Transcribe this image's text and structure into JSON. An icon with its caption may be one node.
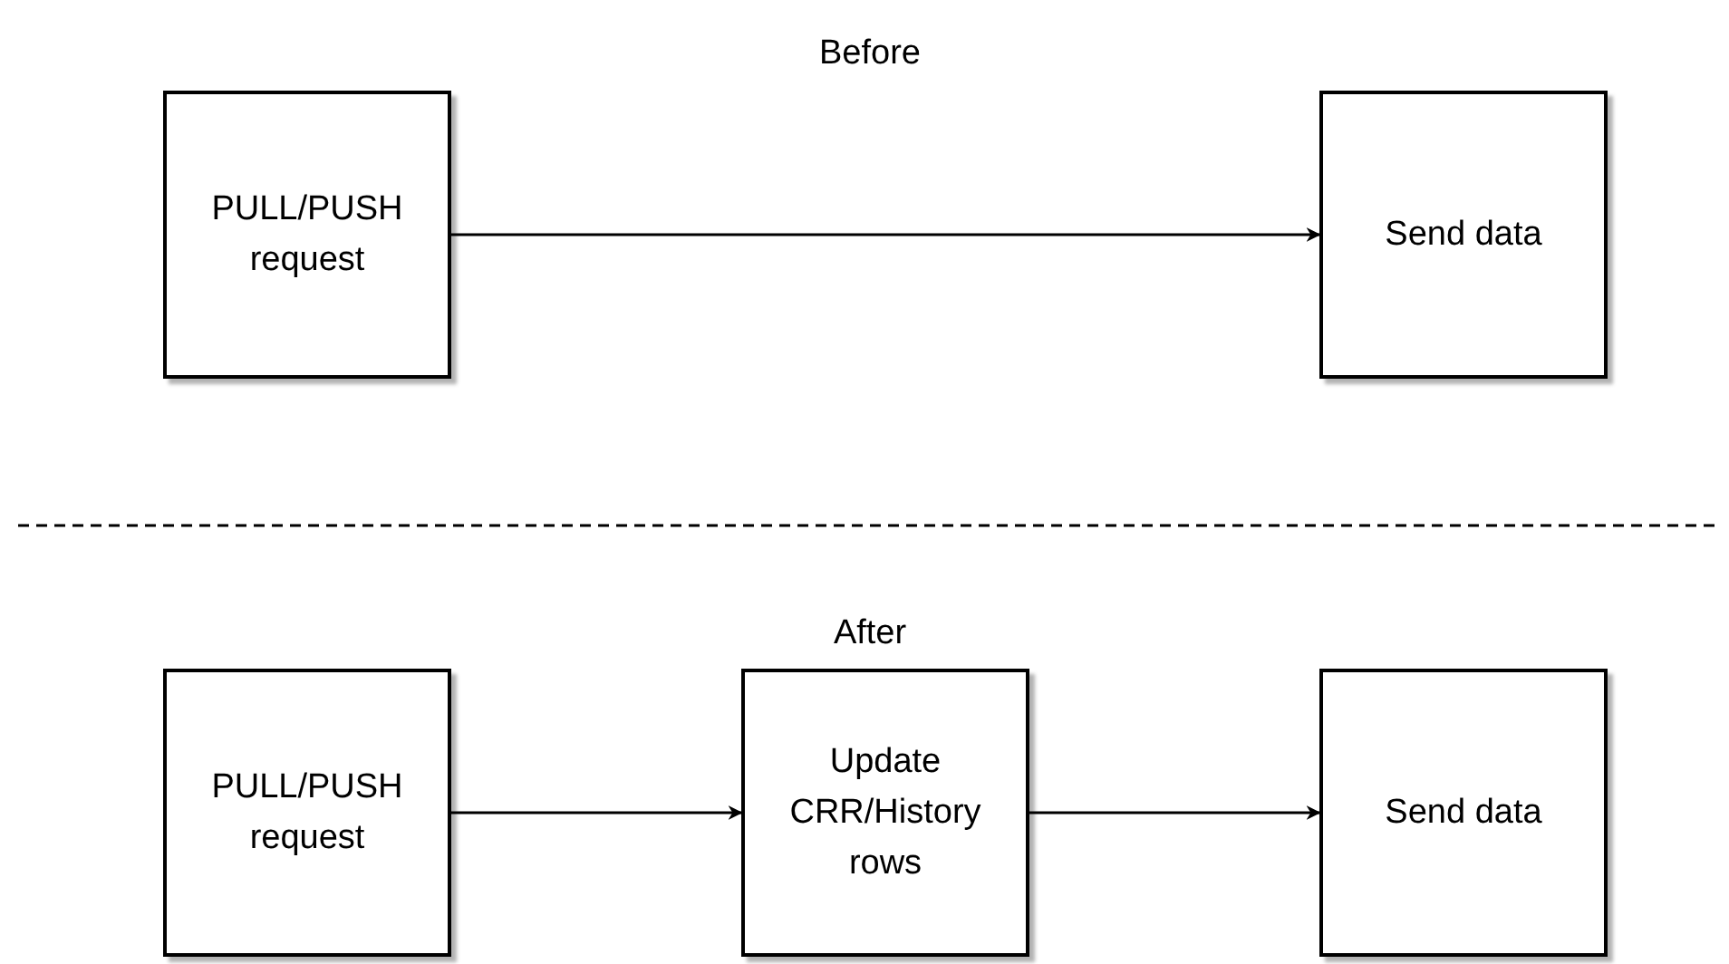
{
  "diagram": {
    "nodes": [
      {
        "text": [
          "PULL/PUSH request"
        ]
      },
      {
        "text": [
          "Send data"
        ]
      },
      {
        "text": [
          "PULL/PUSH request"
        ]
      },
      {
        "text": [
          "Update CRR/History rows"
        ]
      },
      {
        "text": [
          "Send data"
        ]
      }
    ],
    "edges": [
      {
        "from": 0,
        "to": 1,
        "arrow": "to"
      },
      {
        "from": 2,
        "to": 3,
        "arrow": "to"
      },
      {
        "from": 3,
        "to": 4,
        "arrow": "to"
      }
    ],
    "labels": [
      "Before",
      "After"
    ]
  }
}
